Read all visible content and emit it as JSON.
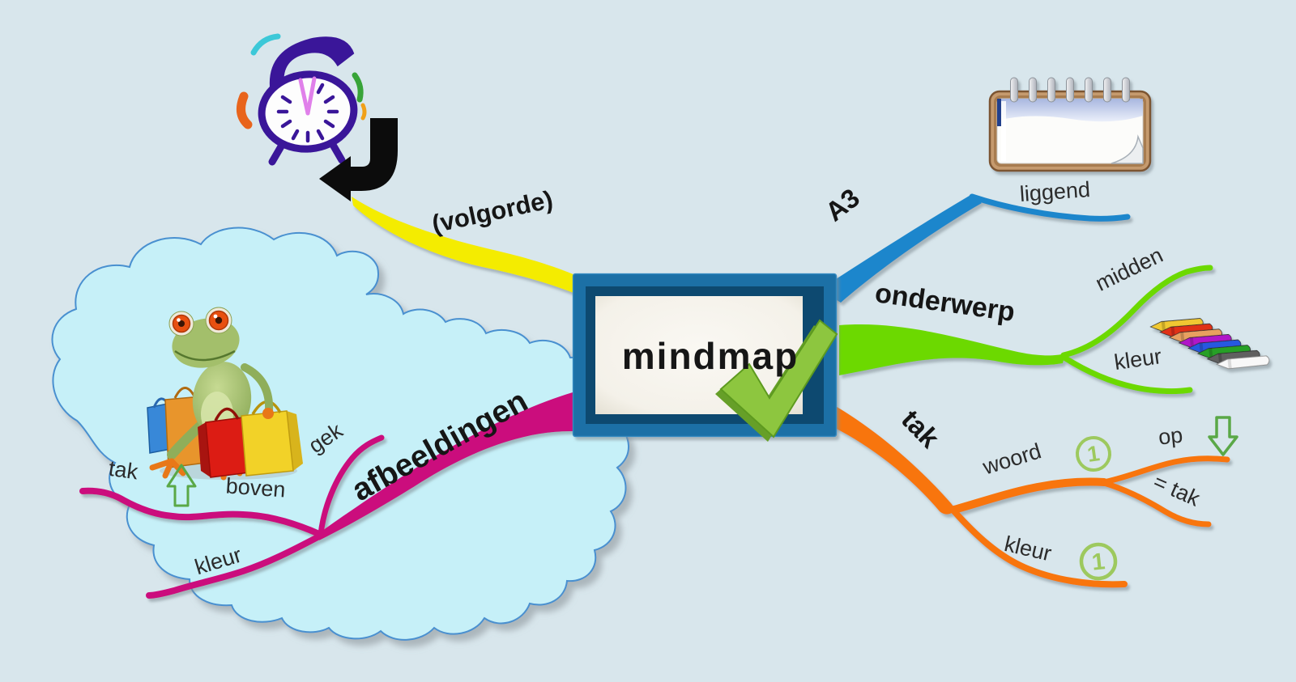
{
  "document": {
    "kind": "mindmap-diagram",
    "language": "nl"
  },
  "center": {
    "label": "mindmap",
    "icons": [
      "green-checkmark-icon"
    ]
  },
  "branches": {
    "volgorde": {
      "label": "(volgorde)",
      "color": "#f4ec00",
      "icons": [
        "alarm-clock-icon",
        "curved-arrow-icon"
      ]
    },
    "a3": {
      "label": "A3",
      "color": "#1e86cc",
      "children": {
        "liggend": {
          "label": "liggend",
          "icons": [
            "notepad-icon"
          ]
        }
      }
    },
    "onderwerp": {
      "label": "onderwerp",
      "color": "#6cd900",
      "children": {
        "midden": {
          "label": "midden"
        },
        "kleur": {
          "label": "kleur",
          "icons": [
            "crayons-icon"
          ]
        }
      }
    },
    "tak": {
      "label": "tak",
      "color": "#f87408",
      "children": {
        "woord": {
          "label": "woord",
          "badge": "1",
          "children": {
            "op": {
              "label": "op",
              "icons": [
                "down-arrow-icon"
              ]
            },
            "is_tak": {
              "label": "= tak"
            }
          }
        },
        "kleur": {
          "label": "kleur",
          "badge": "1"
        }
      }
    },
    "afbeeldingen": {
      "label": "afbeeldingen",
      "color": "#cb0c7d",
      "icons": [
        "cloud-icon",
        "frog-shopping-icon"
      ],
      "children": {
        "gek": {
          "label": "gek"
        },
        "boven": {
          "label": "boven"
        },
        "tak": {
          "label": "tak",
          "icons": [
            "up-arrow-icon"
          ]
        },
        "kleur": {
          "label": "kleur"
        }
      }
    }
  },
  "colors": {
    "background": "#d8e6ec",
    "cloud_fill": "#c6f0f8",
    "cloud_stroke": "#4a90d0",
    "center_frame": "#1c6fa6",
    "center_bevel": "#114a70",
    "center_paper": "#f6f4ee",
    "checkmark": "#8dc63f",
    "checkmark_shade": "#669f28",
    "badge": "#9dc95e",
    "arrow_outline": "#5aa847",
    "label_text": "#1f1f1f"
  }
}
